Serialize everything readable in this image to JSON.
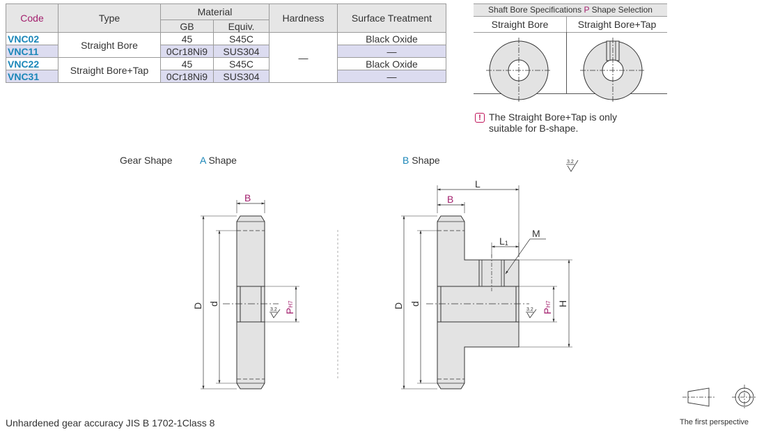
{
  "material_table": {
    "headers": {
      "code": "Code",
      "type": "Type",
      "material": "Material",
      "gb": "GB",
      "equiv": "Equiv.",
      "hardness": "Hardness",
      "surface": "Surface Treatment"
    },
    "rows": [
      {
        "code": "VNC02",
        "gb": "45",
        "equiv": "S45C",
        "surface": "Black Oxide"
      },
      {
        "code": "VNC11",
        "gb": "0Cr18Ni9",
        "equiv": "SUS304",
        "surface": "—"
      },
      {
        "code": "VNC22",
        "gb": "45",
        "equiv": "S45C",
        "surface": "Black Oxide"
      },
      {
        "code": "VNC31",
        "gb": "0Cr18Ni9",
        "equiv": "SUS304",
        "surface": "—"
      }
    ],
    "types": [
      "Straight Bore",
      "Straight Bore+Tap"
    ],
    "hardness_value": "—"
  },
  "bore_spec": {
    "title_prefix": "Shaft Bore Specifications ",
    "title_p": "P",
    "title_suffix": " Shape Selection",
    "col1": "Straight Bore",
    "col2": "Straight Bore+Tap",
    "note_line1": "The Straight Bore+Tap is only",
    "note_line2": "suitable for B-shape.",
    "warn_glyph": "!"
  },
  "drawing": {
    "gear_shape_label": "Gear Shape",
    "a_shape_letter": "A",
    "a_shape_word": "Shape",
    "b_shape_letter": "B",
    "b_shape_word": "Shape",
    "roughness_top": "3.2",
    "dims": {
      "B": "B",
      "L": "L",
      "L1": "L",
      "L1_sub": "1",
      "M": "M",
      "D": "D",
      "d": "d",
      "P": "P",
      "P_sub": "H7",
      "H": "H",
      "roughness": "3.2"
    }
  },
  "footer": {
    "accuracy_note": "Unhardened gear accuracy JIS B 1702-1Class 8",
    "perspective": "The first perspective"
  },
  "colors": {
    "accent_blue": "#1a86b8",
    "magenta": "#a3206e",
    "highlight_row": "#dcdcf0",
    "warning": "#c0145a"
  }
}
